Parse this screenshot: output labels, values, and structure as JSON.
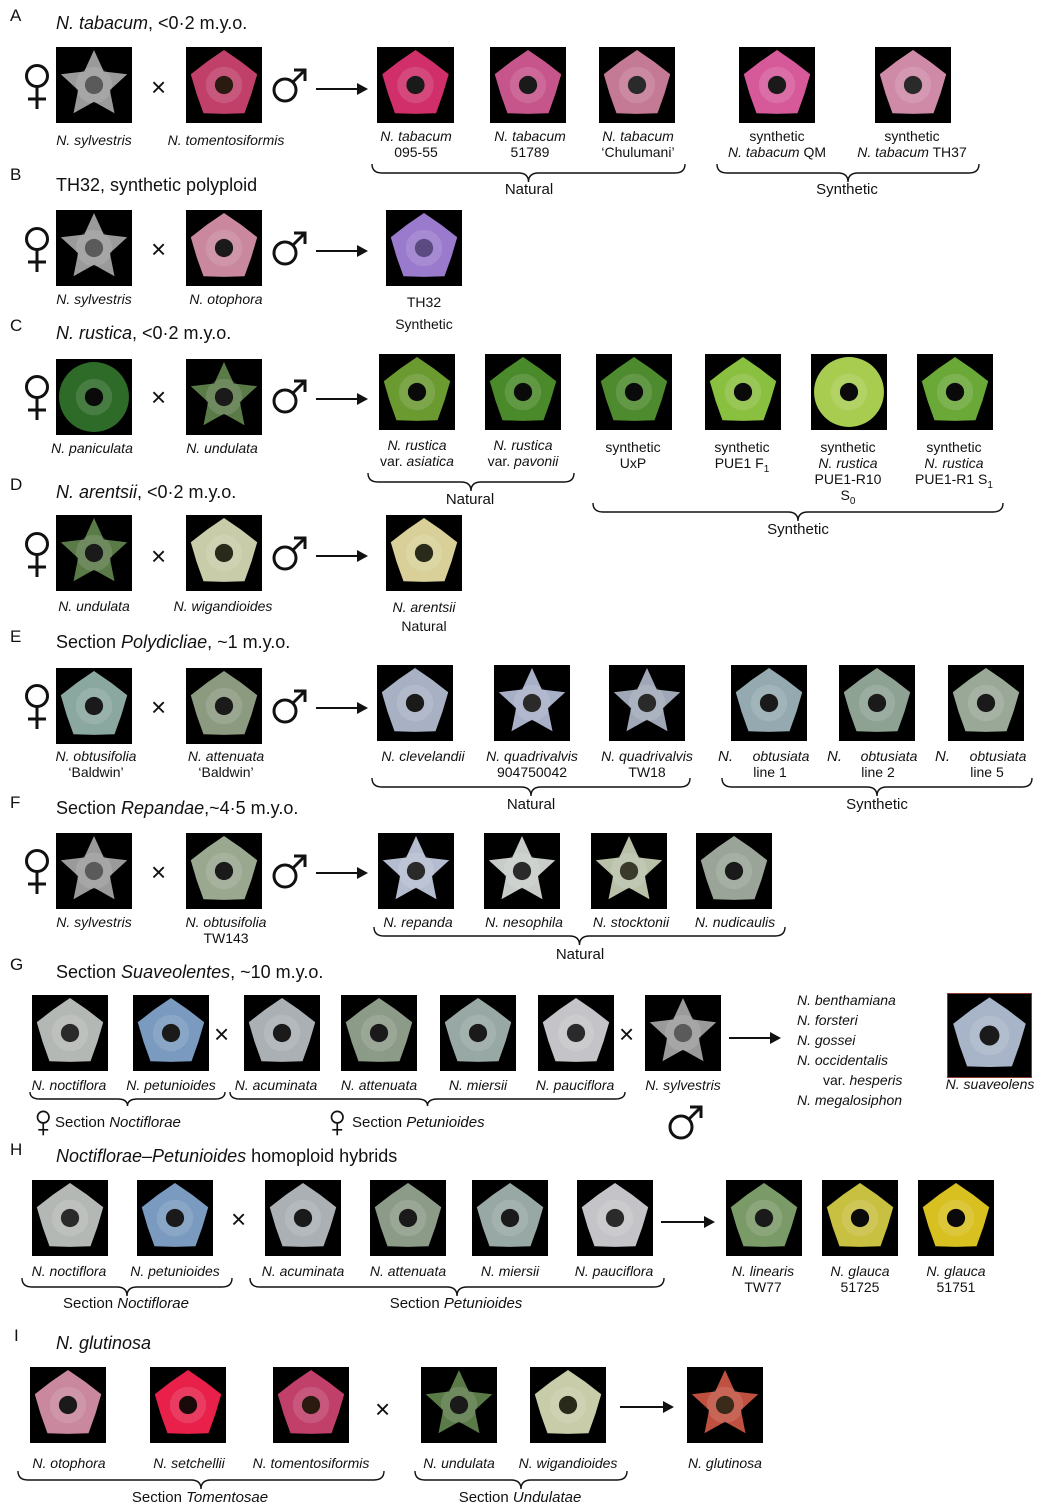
{
  "panels": {
    "A": {
      "letter": "A",
      "title_it": "N. tabacum",
      "title_rest": ", <0·2 m.y.o.",
      "p1": [
        "N. sylvestris"
      ],
      "p2": [
        "N. tomentosiformis"
      ],
      "o1": [
        "N. tabacum",
        "095-55"
      ],
      "o2": [
        "N. tabacum",
        "51789"
      ],
      "o3": [
        "N. tabacum",
        "‘Chulumani’"
      ],
      "o4": [
        "synthetic",
        "N. tabacum",
        " QM"
      ],
      "o5": [
        "synthetic",
        "N. tabacum",
        " TH37"
      ],
      "group1": "Natural",
      "group2": "Synthetic"
    },
    "B": {
      "letter": "B",
      "title": "TH32, synthetic polyploid",
      "p1": [
        "N. sylvestris"
      ],
      "p2": [
        "N. otophora"
      ],
      "o1": [
        "TH32",
        "Synthetic"
      ]
    },
    "C": {
      "letter": "C",
      "title_it": "N. rustica",
      "title_rest": ", <0·2 m.y.o.",
      "p1": [
        "N. paniculata"
      ],
      "p2": [
        "N. undulata"
      ],
      "o1": [
        "N. rustica",
        "var. ",
        "asiatica"
      ],
      "o2": [
        "N. rustica",
        "var. ",
        "pavonii"
      ],
      "o3": [
        "synthetic",
        "UxP"
      ],
      "o4": [
        "synthetic",
        "PUE1 F",
        "1"
      ],
      "o5": [
        "synthetic",
        "N. rustica",
        "PUE1-R10",
        "S",
        "0"
      ],
      "o6": [
        "synthetic",
        "N. rustica",
        "PUE1-R1 S",
        "1"
      ],
      "group1": "Natural",
      "group2": "Synthetic"
    },
    "D": {
      "letter": "D",
      "title_it": "N. arentsii",
      "title_rest": ", <0·2 m.y.o.",
      "p1": [
        "N. undulata"
      ],
      "p2": [
        "N. wigandioides"
      ],
      "o1": [
        "N. arentsii",
        "Natural"
      ]
    },
    "E": {
      "letter": "E",
      "title_pre": "Section ",
      "title_it": "Polydicliae",
      "title_rest": ", ~1 m.y.o.",
      "p1": [
        "N. obtusifolia",
        "‘Baldwin’"
      ],
      "p2": [
        "N. attenuata",
        "‘Baldwin’"
      ],
      "o1": [
        "N. clevelandii"
      ],
      "o2": [
        "N. quadrivalvis",
        "904750042"
      ],
      "o3": [
        "N. quadrivalvis",
        "TW18"
      ],
      "o4": [
        "N.",
        "obtusiata",
        "line 1"
      ],
      "o5": [
        "N.",
        "obtusiata",
        "line 2"
      ],
      "o6": [
        "N.",
        "obtusiata",
        "line 5"
      ],
      "group1": "Natural",
      "group2": "Synthetic"
    },
    "F": {
      "letter": "F",
      "title_pre": "Section ",
      "title_it": "Repandae",
      "title_rest": ",~4·5 m.y.o.",
      "p1": [
        "N. sylvestris"
      ],
      "p2": [
        "N. obtusifolia",
        "TW143"
      ],
      "o1": [
        "N. repanda"
      ],
      "o2": [
        "N. nesophila"
      ],
      "o3": [
        "N. stocktonii"
      ],
      "o4": [
        "N. nudicaulis"
      ],
      "group1": "Natural"
    },
    "G": {
      "letter": "G",
      "title_pre": "Section ",
      "title_it": "Suaveolentes",
      "title_rest": ", ~10 m.y.o.",
      "f": [
        "N. noctiflora",
        "N. petunioides",
        "N. acuminata",
        "N. attenuata",
        "N. miersii",
        "N. pauciflora",
        "N. sylvestris"
      ],
      "list": [
        "N. benthamiana",
        "N. forsteri",
        "N. gossei",
        "N. occidentalis",
        "var. ",
        "hesperis",
        "N. megalosiphon"
      ],
      "out": "N. suaveolens",
      "sec1_pre": "Section ",
      "sec1_it": "Noctiflorae",
      "sec2_pre": "Section ",
      "sec2_it": "Petunioides"
    },
    "H": {
      "letter": "H",
      "title_it": "Noctiflorae–Petunioides",
      "title_rest": " homoploid hybrids",
      "f": [
        "N. noctiflora",
        "N. petunioides",
        "N. acuminata",
        "N. attenuata",
        "N. miersii",
        "N. pauciflora"
      ],
      "o1": [
        "N. linearis",
        "TW77"
      ],
      "o2": [
        "N. glauca",
        "51725"
      ],
      "o3": [
        "N. glauca",
        "51751"
      ],
      "sec1_pre": "Section ",
      "sec1_it": "Noctiflorae",
      "sec2_pre": "Section ",
      "sec2_it": "Petunioides"
    },
    "I": {
      "letter": "I",
      "title_it": "N. glutinosa",
      "f": [
        "N. otophora",
        "N. setchellii",
        "N. tomentosiformis",
        "N. undulata",
        "N. wigandioides"
      ],
      "out": "N. glutinosa",
      "sec1_pre": "Section ",
      "sec1_it": "Tomentosae",
      "sec2_pre": "Section ",
      "sec2_it": "Undulatae"
    }
  },
  "symbols": {
    "cross": "×"
  },
  "colors": {
    "background": "#ffffff",
    "flower_bg": "#000000",
    "text": "#111111"
  }
}
